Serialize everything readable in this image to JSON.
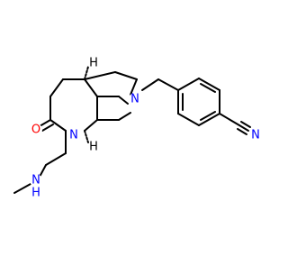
{
  "diagram": {
    "type": "chemical-structure",
    "colors": {
      "bond": "#000000",
      "carbon": "#000000",
      "nitrogen": "#0000ff",
      "oxygen": "#ff0000",
      "background": "#ffffff"
    },
    "atom_labels": {
      "n_ring_upper": "N",
      "n_ring_lower": "N",
      "n_amine": "N",
      "h_amine": "H",
      "o_carbonyl": "O",
      "n_nitrile": "N",
      "h_stereo_upper": "H",
      "h_stereo_lower": "H"
    }
  }
}
